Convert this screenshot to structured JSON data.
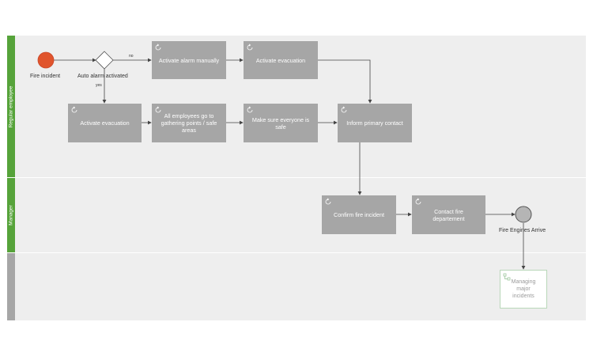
{
  "lanes": [
    {
      "name": "Regular employee",
      "color": "#56a33a"
    },
    {
      "name": "Manager",
      "color": "#56a33a"
    },
    {
      "name": "",
      "color": "#a6a6a6"
    }
  ],
  "events": {
    "start": {
      "label": "Fire incident",
      "color": "#e0542c"
    },
    "end": {
      "label": "Fire Engines Arrive",
      "color": "#b5b5b5"
    }
  },
  "gateway": {
    "label": "Auto alarm activated",
    "no_label": "no",
    "yes_label": "yes"
  },
  "tasks": {
    "activate_alarm": "Activate alarm manually",
    "activate_evacuation_top": "Activate evacuation",
    "activate_evacuation_left": "Activate evacuation",
    "gathering_points": "All employees go to gathering points / safe areas",
    "make_sure_safe": "Make sure everyone is safe",
    "inform_primary": "Inform primary contact",
    "confirm_fire": "Confirm fire incident",
    "contact_fire_dept": "Contact fire departement"
  },
  "subprocess": {
    "label": "Managing major incidents"
  },
  "icons": {
    "task": "loop-icon",
    "subprocess": "subprocess-icon"
  }
}
